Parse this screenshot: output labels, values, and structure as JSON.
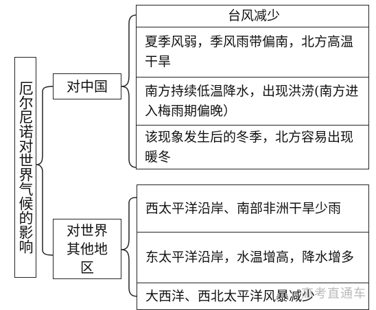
{
  "root": {
    "label": "厄尔尼诺对世界气候的影响"
  },
  "branches": [
    {
      "label": "对中国",
      "items": [
        "台风减少",
        "夏季风弱，季风雨带偏南，北方高温干旱",
        "南方持续低温降水，出现洪涝(南方进入梅雨期偏晚）",
        "该现象发生后的冬季，北方容易出现暖冬"
      ]
    },
    {
      "label": "对世界其他地区",
      "items": [
        "西太平洋沿岸、南部非洲干旱少雨",
        "东太平洋沿岸，水温增高，降水增多",
        "大西洋、西北太平洋风暴减少"
      ]
    }
  ],
  "watermark": "高考直通车"
}
